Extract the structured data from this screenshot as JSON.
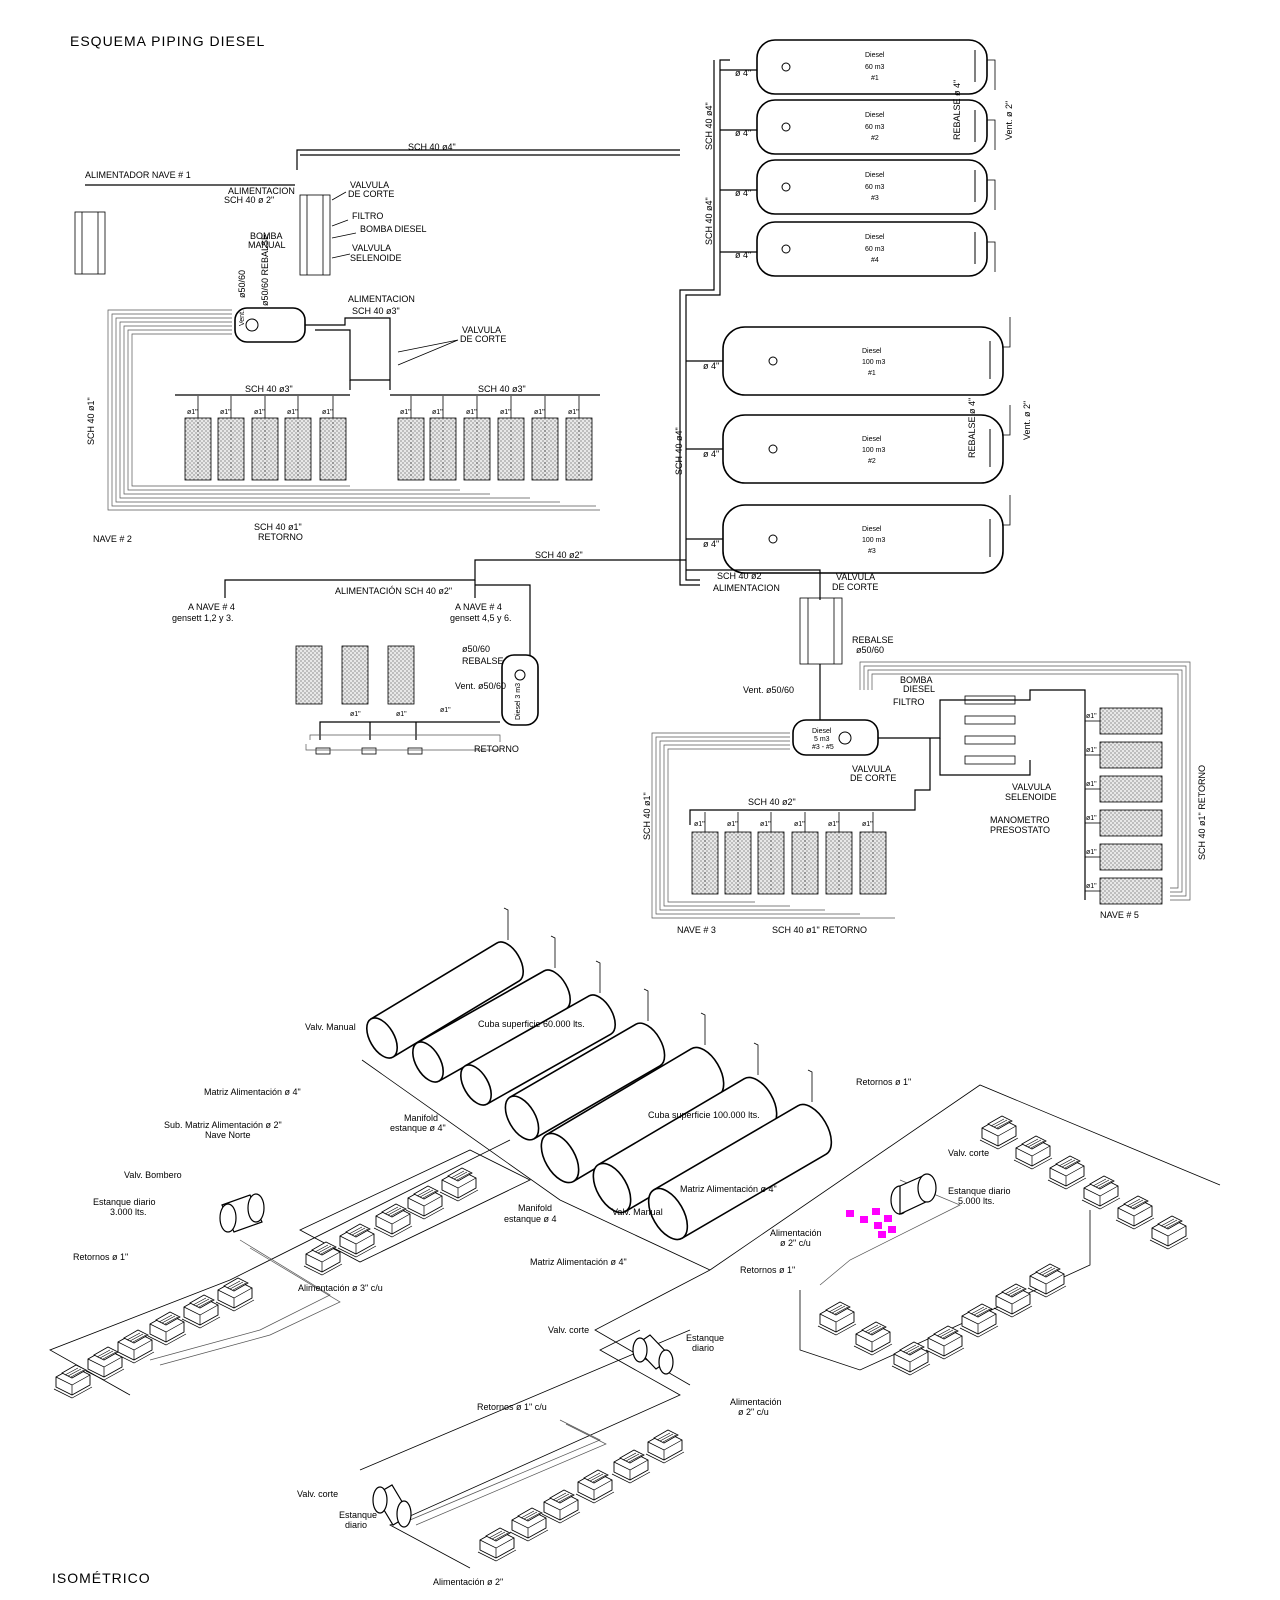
{
  "titles": {
    "main": "ESQUEMA PIPING DIESEL",
    "iso": "ISOMÉTRICO"
  },
  "upper_tanks": [
    {
      "name": "Diesel",
      "cap": "60 m3",
      "num": "#1"
    },
    {
      "name": "Diesel",
      "cap": "60 m3",
      "num": "#2"
    },
    {
      "name": "Diesel",
      "cap": "60 m3",
      "num": "#3"
    },
    {
      "name": "Diesel",
      "cap": "60 m3",
      "num": "#4"
    }
  ],
  "lower_tanks": [
    {
      "name": "Diesel",
      "cap": "100 m3",
      "num": "#1"
    },
    {
      "name": "Diesel",
      "cap": "100 m3",
      "num": "#2"
    },
    {
      "name": "Diesel",
      "cap": "100 m3",
      "num": "#3"
    }
  ],
  "labels": {
    "d4": "ø 4\"",
    "sch40_d4": "SCH 40 ø4\"",
    "sch40_d4_main": "SCH 40  ø4\"",
    "rebalse_d4": "REBALSE ø 4\"",
    "vent_d2": "Vent. ø 2\"",
    "alimentador_nave1": "ALIMENTADOR NAVE # 1",
    "alim_sch40_d2_a": "ALIMENTACION",
    "alim_sch40_d2_b": "SCH 40  ø 2\"",
    "valvula_corte_a": "VALVULA",
    "valvula_corte_b": "DE CORTE",
    "filtro": "FILTRO",
    "bomba_diesel": "BOMBA DIESEL",
    "bomba_manual_a": "BOMBA",
    "bomba_manual_b": "MANUAL",
    "valvula_selenoide_a": "VALVULA",
    "valvula_selenoide_b": "SELENOIDE",
    "d50_60": "ø50/60",
    "d50_60_rebalse": "ø50/60 REBALSE",
    "vent": "Vent.",
    "alimentacion": "ALIMENTACION",
    "sch40_d3": "SCH 40  ø3\"",
    "sch40_d1_vert": "SCH 40 ø1\"",
    "sch40_d1_retorno_a": "SCH 40  ø1\"",
    "retorno": "RETORNO",
    "nave2": "NAVE # 2",
    "sch40_d2": "SCH 40  ø2\"",
    "sch40_d2_b": "SCH 40  ø2",
    "alimentacion_sch40_d2": "ALIMENTACIÓN SCH 40  ø2\"",
    "a_nave4_a": "A NAVE # 4",
    "a_nave4_genset1": "gensett 1,2 y 3.",
    "a_nave4_genset2": "gensett 4,5 y 6.",
    "rebalse": "REBALSE",
    "vent_d50_60": "Vent. ø50/60",
    "d1": "ø1\"",
    "diesel_3m3": "Diesel 3 m3",
    "diesel_5m3_a": "Diesel",
    "diesel_5m3_b": "5 m3",
    "diesel_5m3_c": "#3 - #5",
    "rebalse_d50_60_a": "REBALSE",
    "rebalse_d50_60_b": "ø50/60",
    "bomba_a": "BOMBA",
    "bomba_b": "DIESEL",
    "filtro2": "FILTRO",
    "manometro": "MANOMETRO",
    "presostato": "PRESOSTATO",
    "nave3": "NAVE # 3",
    "nave5": "NAVE # 5",
    "sch40_d1_retorno": "SCH 40  ø1\" RETORNO",
    "sch40_d1_retorno_vert": "SCH 40 ø1\" RETORNO"
  },
  "iso_labels": {
    "valv_manual": "Valv. Manual",
    "cuba_60": "Cuba superficie 60.000 lts.",
    "cuba_100": "Cuba superficie 100.000 lts.",
    "matriz_4": "Matriz Alimentación  ø 4\"",
    "sub_matriz_a": "Sub. Matriz Alimentación  ø 2\"",
    "sub_matriz_b": "Nave Norte",
    "manifold_a": "Manifold",
    "manifold_b": "estanque  ø 4\"",
    "manifold_c": "estanque  ø 4",
    "valv_bombero": "Valv. Bombero",
    "estanque_3000_a": "Estanque diario",
    "estanque_3000_b": "3.000 lts.",
    "retornos_1": "Retornos  ø 1\"",
    "alimentacion_3": "Alimentación  ø 3\" c/u",
    "valv_corte": "Valv. corte",
    "estanque_5000_a": "Estanque diario",
    "estanque_5000_b": "5.000 lts.",
    "alimentacion_2cu_a": "Alimentación",
    "alimentacion_2cu_b": "ø 2\" c/u",
    "retornos_1cu": "Retornos  ø 1\" c/u",
    "alim_2cu_c": "Alimentación",
    "alim_2cu_d": "ø 2\" c/u",
    "estanque_a": "Estanque",
    "estanque_b": "diario",
    "alimentacion_2": "Alimentación  ø 2\""
  }
}
